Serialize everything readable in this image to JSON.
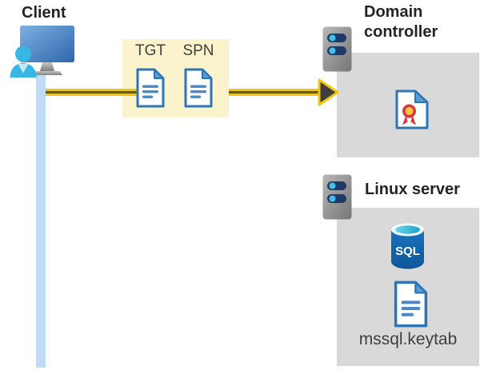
{
  "client": {
    "title": "Client"
  },
  "ticket_box": {
    "tgt": "TGT",
    "spn": "SPN"
  },
  "domain_controller": {
    "title": "Domain controller"
  },
  "linux_server": {
    "title": "Linux server",
    "sql_icon_label": "SQL",
    "keytab_file": "mssql.keytab"
  },
  "colors": {
    "ticket_box_bg": "#FBF3CC",
    "panel_bg": "#D9D9D9",
    "arrow_yellow": "#F0C50C",
    "arrow_core": "#6B5A00",
    "arrowhead_dark": "#3D3D3D",
    "timeline_blue": "#BFDBF8",
    "doc_blue": "#2E75B6",
    "doc_fold_blue": "#5B9BD5",
    "sql_body_blue": "#1268B4",
    "sql_top_cyan": "#3FC0DE",
    "person_cyan": "#36B7E4",
    "server_slot_navy": "#1E3A68",
    "server_dot_cyan": "#49BEEA",
    "cert_red": "#D9373C",
    "cert_gold": "#FFC83D",
    "title_text": "#242424",
    "label_text": "#3F3F3F"
  }
}
